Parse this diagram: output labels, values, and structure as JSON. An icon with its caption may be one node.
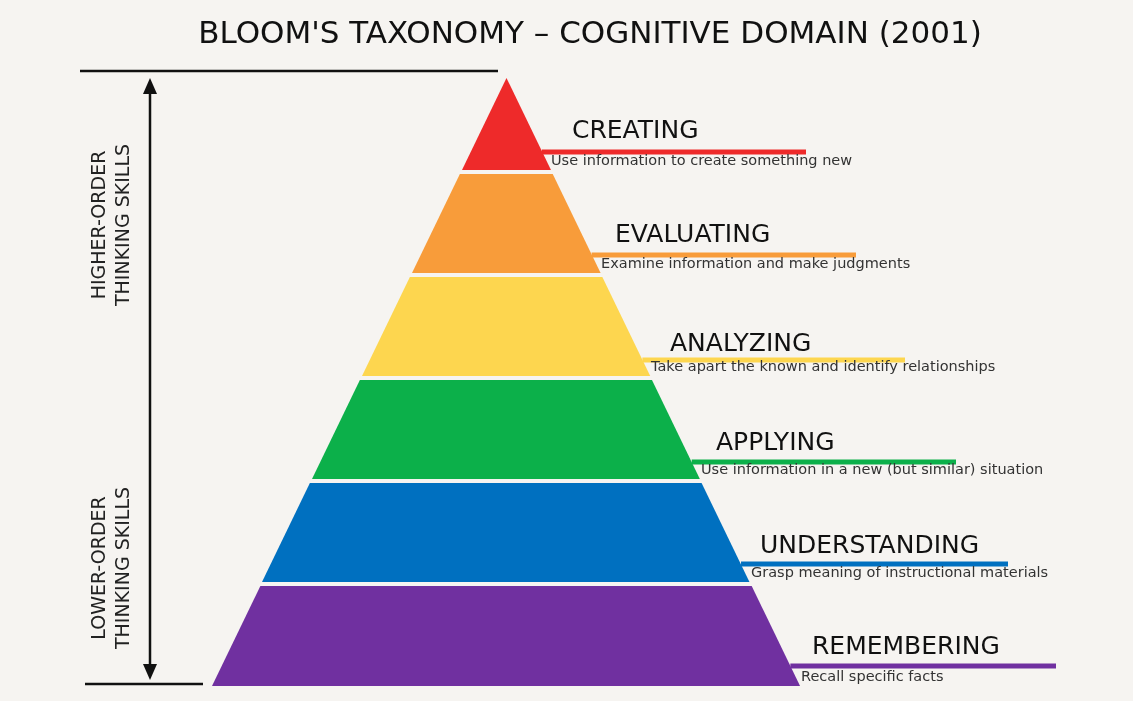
{
  "diagram": {
    "title": "BLOOM'S TAXONOMY – COGNITIVE DOMAIN (2001)",
    "nodes": [
      {
        "text": [],
        "shape": "triangle",
        "beside": [
          "CREATING",
          "Use information to create something new"
        ]
      },
      {
        "text": [],
        "shape": "trapezoid",
        "beside": [
          "EVALUATING",
          "Examine information and make judgments"
        ]
      },
      {
        "text": [],
        "shape": "trapezoid",
        "beside": [
          "ANALYZING",
          "Take apart the known and identify relationships"
        ]
      },
      {
        "text": [],
        "shape": "trapezoid",
        "beside": [
          "APPLYING",
          "Use information in a new (but similar) situation"
        ]
      },
      {
        "text": [],
        "shape": "trapezoid",
        "beside": [
          "UNDERSTANDING",
          "Grasp meaning of instructional materials"
        ]
      },
      {
        "text": [],
        "shape": "trapezoid",
        "beside": [
          "REMEMBERING",
          "Recall specific facts"
        ]
      }
    ],
    "edges": [],
    "labels": [
      "HIGHER-ORDER THINKING SKILLS",
      "LOWER-ORDER THINKING SKILLS"
    ]
  }
}
